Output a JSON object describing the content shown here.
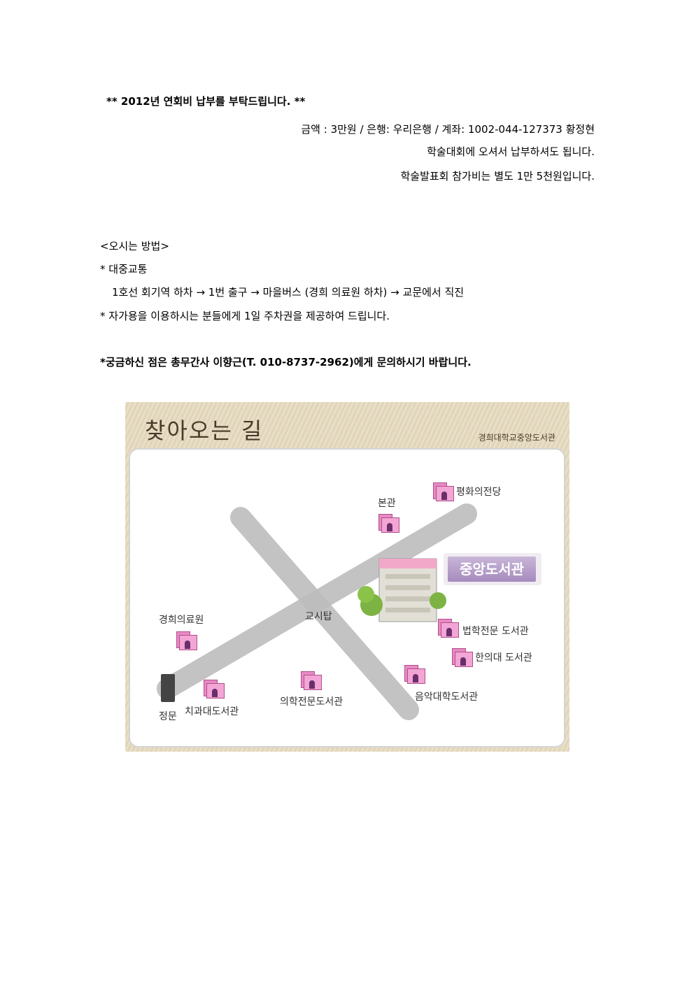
{
  "notice": {
    "heading": "** 2012년 연회비 납부를 부탁드립니다. **",
    "payment": "금액 : 3만원 / 은행: 우리은행 / 계좌: 1002-044-127373 황정현",
    "pay_on_site": "학술대회에 오셔서 납부하셔도 됩니다.",
    "fee": "학술발표회 참가비는 별도 1만 5천원입니다."
  },
  "directions": {
    "title": "<오시는 방법>",
    "public_transit": "* 대중교통",
    "route": "1호선 회기역 하차 →  1번 출구 → 마을버스 (경희 의료원 하차) → 교문에서 직진",
    "parking": "* 자가용을 이용하시는 분들에게 1일 주차권을 제공하여 드립니다."
  },
  "contact": "*궁금하신 점은 총무간사 이향근(T. 010-8737-2962)에게 문의하시기 바랍니다.",
  "map": {
    "title": "찾아오는 길",
    "subtitle": "경희대학교중앙도서관",
    "central_library": "중앙도서관",
    "labels": {
      "main_hall": "본관",
      "peace_hall": "평화의전당",
      "clock_tower": "교시탑",
      "medical_center": "경희의료원",
      "law_library": "법학전문 도서관",
      "oriental_med_library": "한의대 도서관",
      "music_library": "음악대학도서관",
      "medical_library": "의학전문도서관",
      "dental_library": "치과대도서관",
      "main_gate": "정문"
    },
    "colors": {
      "road": "#b8b8b8",
      "building": "#f3a5d5",
      "library_badge": "#a68bbd"
    }
  }
}
